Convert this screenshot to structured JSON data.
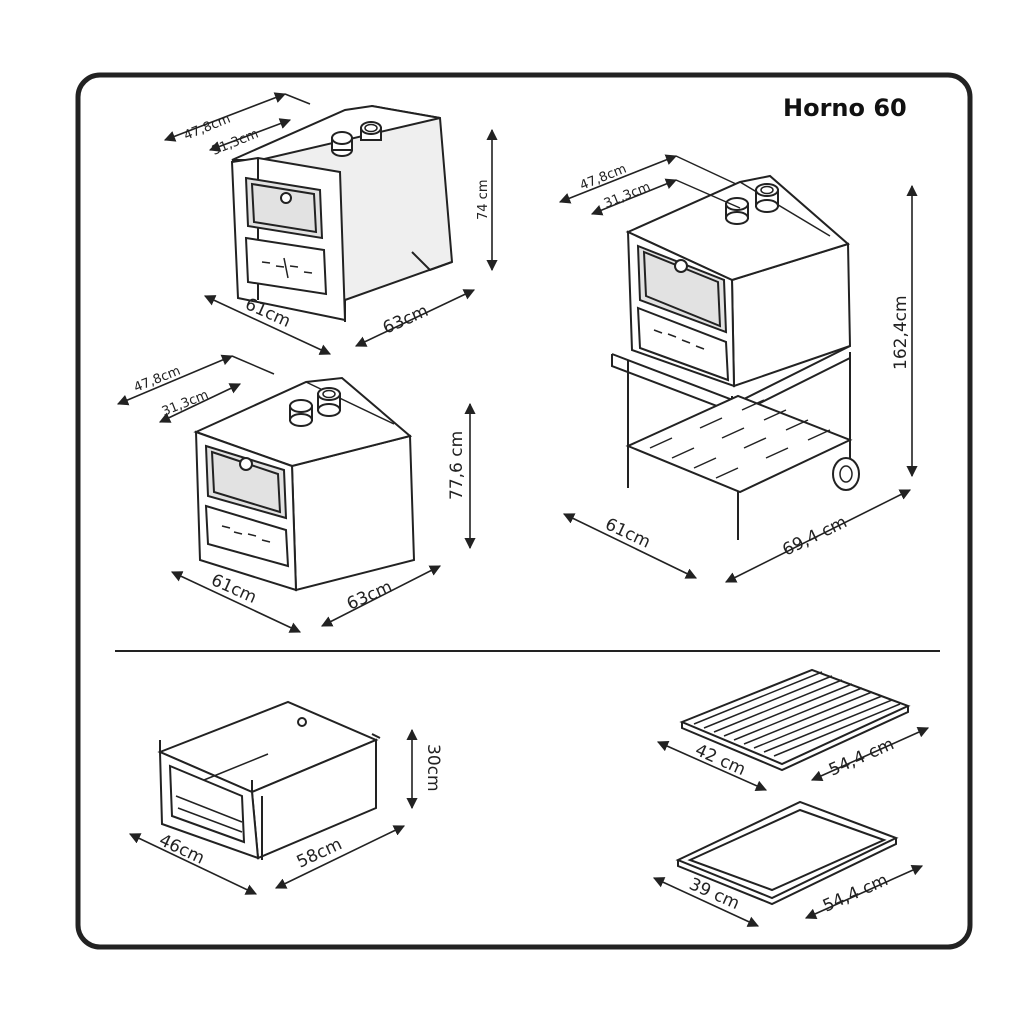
{
  "title": "Horno 60",
  "oven_top_left": {
    "depth_outer": "47,8cm",
    "depth_inner": "31,3cm",
    "height": "74 cm",
    "width": "61cm",
    "length": "63cm"
  },
  "oven_bottom_left": {
    "depth_outer": "47,8cm",
    "depth_inner": "31,3cm",
    "height": "77,6 cm",
    "width": "61cm",
    "length": "63cm"
  },
  "oven_stand": {
    "depth_outer": "47,8cm",
    "depth_inner": "31,3cm",
    "height": "162,4cm",
    "width": "61cm",
    "length": "69,4 cm"
  },
  "chamber": {
    "height": "30cm",
    "width": "46cm",
    "length": "58cm"
  },
  "grill": {
    "width": "42 cm",
    "length": "54,4 cm"
  },
  "tray": {
    "width": "39 cm",
    "length": "54,4 cm"
  }
}
